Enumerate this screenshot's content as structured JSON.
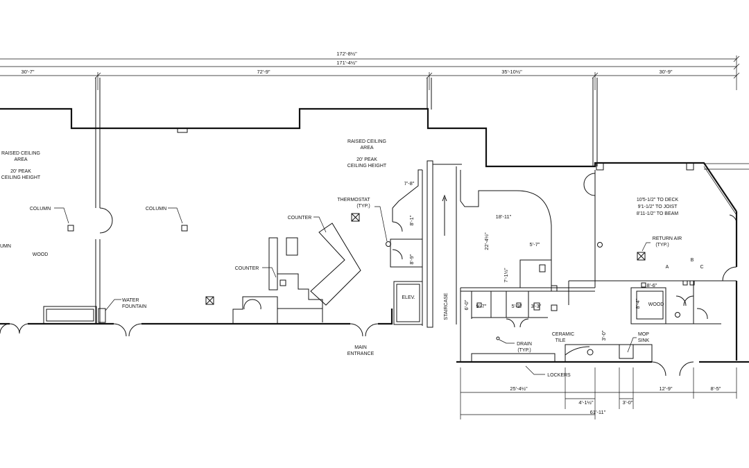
{
  "overall_dims": {
    "total_1": "172'-8½\"",
    "total_2": "171'-4½\"",
    "seg_a": "30'-7\"",
    "seg_b": "72'-9\"",
    "seg_c": "35'-10½\"",
    "seg_d": "30'-9\""
  },
  "left_area": {
    "raised_1": "RAISED CEILING",
    "raised_2": "AREA",
    "peak_1": "20' PEAK",
    "peak_2": "CEILING HEIGHT",
    "column_a": "COLUMN",
    "column_b": "COLUMN",
    "column_partial": "UMN",
    "wood": "WOOD",
    "water_1": "WATER",
    "water_2": "FOUNTAIN"
  },
  "center_area": {
    "raised_1": "RAISED CEILING",
    "raised_2": "AREA",
    "peak_1": "20' PEAK",
    "peak_2": "CEILING HEIGHT",
    "counter_a": "COUNTER",
    "counter_b": "COUNTER",
    "thermostat_1": "THERMOSTAT",
    "thermostat_2": "(TYP.)",
    "main_1": "MAIN",
    "main_2": "ENTRANCE",
    "elev": "ELEV.",
    "staircase": "STAIRCASE",
    "dim_7_8": "7'-8\"",
    "dim_8_1": "8'-1\"",
    "dim_8_9": "8'-9\""
  },
  "right_area": {
    "dim_18_11": "18'-11\"",
    "dim_22_4": "22'-4½\"",
    "dim_5_7": "5'-7\"",
    "dim_7_1": "7'-1½\"",
    "dim_9_7": "9'-7\"",
    "dim_5_3": "5'-3\"",
    "dim_3_3": "3'-3\"",
    "dim_6_0": "6'-0\"",
    "ceramic_1": "CERAMIC",
    "ceramic_2": "TILE",
    "drain_1": "DRAIN",
    "drain_2": "(TYP.)",
    "mop_1": "MOP",
    "mop_2": "SINK",
    "dim_3_0v": "3'-0\"",
    "lockers": "LOCKERS",
    "deck_1": "10'5-1/2\" TO DECK",
    "deck_2": "9'1-1/2\" TO JOIST",
    "deck_3": "8'11-1/2\" TO BEAM",
    "return_1": "RETURN AIR",
    "return_2": "(TYP.)",
    "a": "A",
    "b": "B",
    "c": "C",
    "dim_8_6": "8'-6\"",
    "dim_8_4": "8'-4\"",
    "wood": "WOOD"
  },
  "bottom_dims": {
    "d_25_4": "25'-4½\"",
    "d_4_1": "4'-1½\"",
    "d_3_0": "3'-0\"",
    "d_12_9": "12'-9\"",
    "d_8_5": "8'-5\"",
    "d_61_11": "61'-11\""
  }
}
